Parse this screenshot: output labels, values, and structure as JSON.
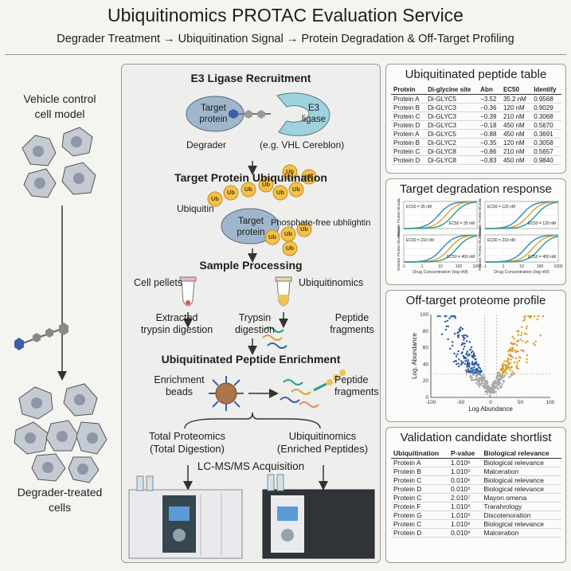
{
  "header": {
    "title": "Ubiquitinomics PROTAC Evaluation Service",
    "subtitle": "Degrader Treatment → Ubiquitination Signal → Protein Degradation & Off-Target Profiling"
  },
  "left": {
    "vehicle_label_1": "Vehicle control",
    "vehicle_label_2": "cell model",
    "treated_label_1": "Degrader-treated",
    "treated_label_2": "cells"
  },
  "center": {
    "e3_title": "E3 Ligase Recruitment",
    "target_protein_1": "Target",
    "target_protein_2": "protein",
    "e3_ligase_1": "E3",
    "e3_ligase_2": "ligase",
    "degrader": "Degrader",
    "e3_examples": "(e.g. VHL Cereblon)",
    "ubiq_title": "Target Protein Ubiquitination",
    "ubiquitin": "Ubiquitin",
    "ub": "Ub",
    "phosphate_note": "Phosphate-free ubhlightin",
    "sample_title": "Sample Processing",
    "cell_pellets": "Cell pellets",
    "ubiquitinomics": "Ubiquitinomics",
    "extracted_1": "Extracted",
    "extracted_2": "trypsin digestion",
    "trypsin_1": "Trypsin",
    "trypsin_2": "digestion",
    "peptide_1": "Peptide",
    "peptide_2": "fragments",
    "enrich_title": "Ubiquitinated Peptide Enrichment",
    "beads_1": "Enrichment",
    "beads_2": "beads",
    "total_1": "Total Proteomics",
    "total_2": "(Total Digestion)",
    "ubq_1": "Ubiquitinomics",
    "ubq_2": "(Enriched Peptides)",
    "lcms": "LC-MS/MS Acquisition"
  },
  "peptide_table": {
    "title": "Ubiquitinated peptide table",
    "headers": [
      "Protein",
      "Di-glycine site",
      "Abn",
      "EC50",
      "Identify"
    ],
    "rows": [
      [
        "Protein A",
        "Di-GLYC5",
        "−3.52",
        "35.2 nM",
        "0.9568"
      ],
      [
        "Protein B",
        "Di-GLYC3",
        "−0.36",
        "120 nM",
        "0.9029"
      ],
      [
        "Protein C",
        "Di-GLYC3",
        "−0.39",
        "210 nM",
        "0.3068"
      ],
      [
        "Protein D",
        "Di-GLYC3",
        "−0.18",
        "450 nM",
        "0.5670"
      ],
      [
        "Protein A",
        "Di-GLYC5",
        "−0.88",
        "450 nM",
        "0.3691"
      ],
      [
        "Protein B",
        "Di-GLYC2",
        "−0.35",
        "120 nM",
        "0.3058"
      ],
      [
        "Protein C",
        "Di-GLYC8",
        "−0.86",
        "210 nM",
        "0.5657"
      ],
      [
        "Protein D",
        "Di-GLYC8",
        "−0.83",
        "450 nM",
        "0.9840"
      ]
    ]
  },
  "chart_data": [
    {
      "type": "line",
      "title": "Target degradation response",
      "xlabel": "Drug Concentration (log nM)",
      "ylabel": "Relative Protein Abundance",
      "x_ticks": [
        "-1",
        "1",
        "10",
        "100",
        "1000"
      ],
      "xlim": [
        -1,
        3
      ],
      "ylim": [
        0,
        1
      ],
      "grid": true,
      "subplots": [
        {
          "labels": [
            "EC50 = 35 nM",
            "EC50 = 35 nM"
          ],
          "series": [
            {
              "ec50_log": 0.9,
              "color": "#2e86c1"
            },
            {
              "ec50_log": 1.3,
              "color": "#e0a030"
            },
            {
              "ec50_log": 1.7,
              "color": "#2a9d8f"
            }
          ]
        },
        {
          "labels": [
            "EC50 = 120 nM",
            "EC50 = 120 nM"
          ],
          "series": [
            {
              "ec50_log": 1.0,
              "color": "#2e86c1"
            },
            {
              "ec50_log": 1.4,
              "color": "#e0a030"
            },
            {
              "ec50_log": 1.8,
              "color": "#2a9d8f"
            }
          ]
        },
        {
          "labels": [
            "EC50 = 210 nM",
            "EC50 = 450 nM"
          ],
          "series": [
            {
              "ec50_log": 1.1,
              "color": "#2e86c1"
            },
            {
              "ec50_log": 1.5,
              "color": "#e0a030"
            },
            {
              "ec50_log": 1.9,
              "color": "#2a9d8f"
            }
          ]
        },
        {
          "labels": [
            "EC50 = 210 nM",
            "EC50 = 450 nM"
          ],
          "series": [
            {
              "ec50_log": 1.2,
              "color": "#2e86c1"
            },
            {
              "ec50_log": 1.6,
              "color": "#e0a030"
            },
            {
              "ec50_log": 2.0,
              "color": "#2a9d8f"
            }
          ]
        }
      ]
    },
    {
      "type": "scatter",
      "title": "Off-target proteome profile",
      "xlabel": "Log Abundance",
      "ylabel": "Log. Abundance",
      "xlim": [
        -100,
        100
      ],
      "ylim": [
        0,
        100
      ],
      "x_ticks": [
        -100,
        -50,
        0,
        50,
        100
      ],
      "y_ticks": [
        0,
        20,
        40,
        60,
        80,
        100
      ],
      "threshold_y": 28,
      "threshold_x": [
        -10,
        10
      ],
      "colors": {
        "down": "#2c5aa0",
        "up": "#d99a2b",
        "ns": "#a8a8a8"
      }
    }
  ],
  "validation_table": {
    "title": "Validation candidate shortlist",
    "headers": [
      "Ubiquitination",
      "P-value",
      "Biological relevance"
    ],
    "rows": [
      [
        "Protein A",
        "1.010⁶",
        "Biological relevance"
      ],
      [
        "Protein B",
        "1.010⁵",
        "Malceration"
      ],
      [
        "Protein C",
        "0.010⁶",
        "Biological relevance"
      ],
      [
        "Protein D",
        "0.010⁵",
        "Biological relevance"
      ],
      [
        "Protein C",
        "2.010⁷",
        "Mayon omena"
      ],
      [
        "Protein F",
        "1.010⁵",
        "Trarahrology"
      ],
      [
        "Protein G",
        "1.010⁵",
        "Discotenoration"
      ],
      [
        "Protein C",
        "1.010⁶",
        "Biological relevance"
      ],
      [
        "Protein D",
        "0.010⁶",
        "Malceration"
      ]
    ]
  }
}
